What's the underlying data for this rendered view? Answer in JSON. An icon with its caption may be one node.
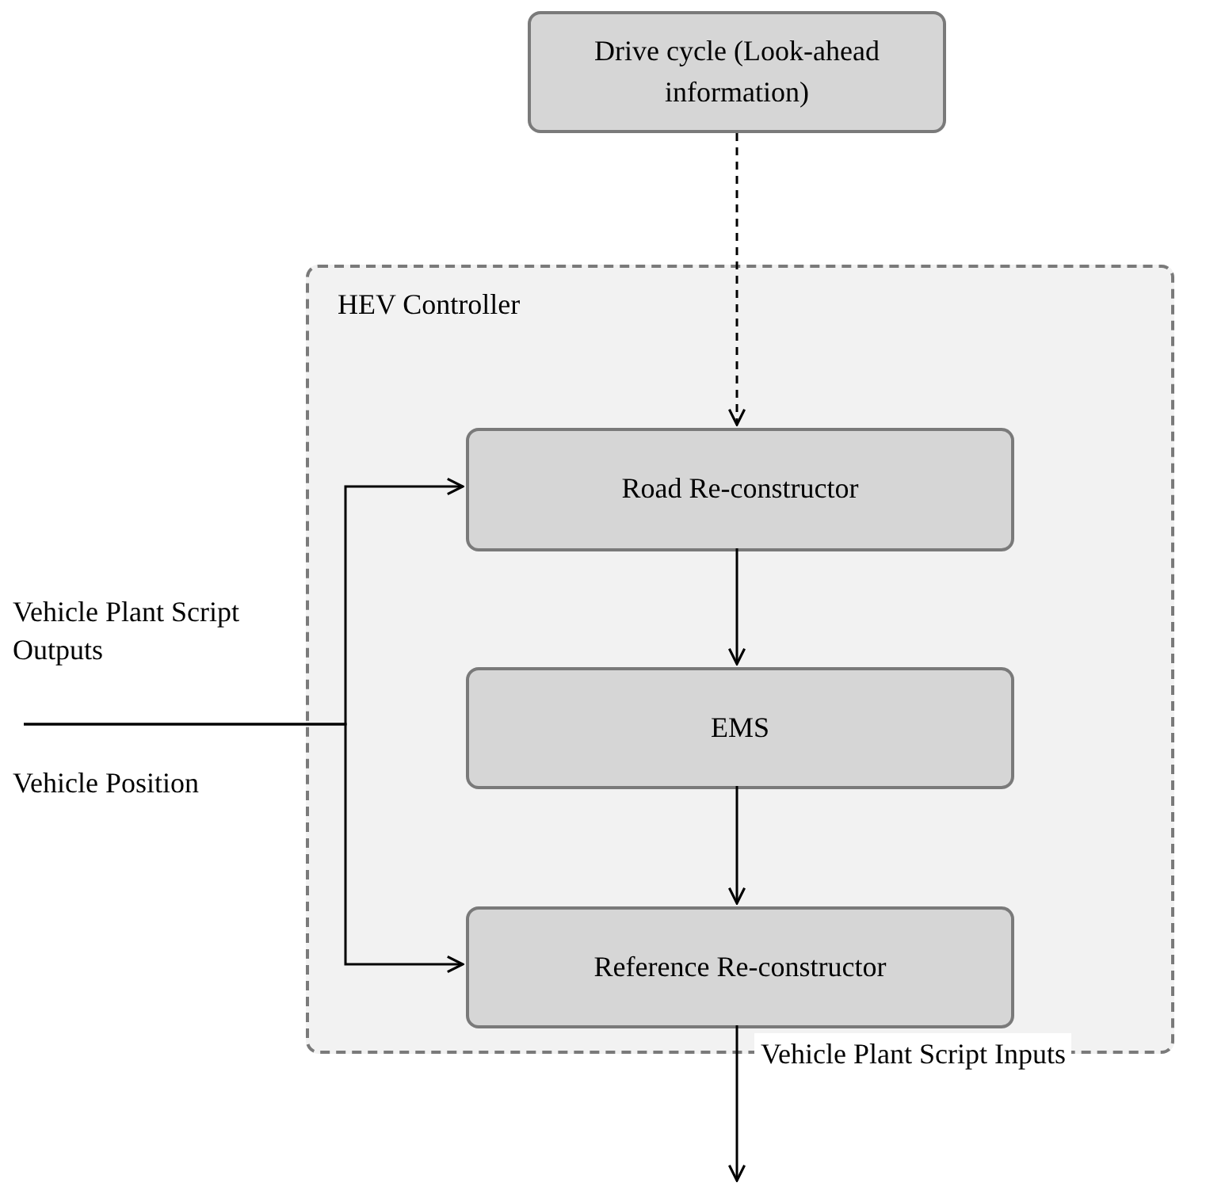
{
  "diagram": {
    "nodes": [
      {
        "text": [
          "Drive cycle (Look-ahead information)"
        ]
      },
      {
        "text": [
          "HEV Controller"
        ]
      },
      {
        "text": [
          "Road Re-constructor"
        ],
        "in": 1
      },
      {
        "text": [
          "EMS"
        ],
        "in": 1
      },
      {
        "text": [
          "Reference Re-constructor"
        ],
        "in": 1
      }
    ],
    "edges": [
      {
        "from": 0,
        "to": 2,
        "arrow": "to",
        "style": "dashed"
      },
      {
        "from": null,
        "to": 2,
        "arrow": "to"
      },
      {
        "from": null,
        "to": 4,
        "arrow": "to"
      },
      {
        "from": 2,
        "to": 3,
        "arrow": "to"
      },
      {
        "from": 3,
        "to": 4,
        "arrow": "to"
      },
      {
        "from": 4,
        "to": null,
        "arrow": "to",
        "label": "Vehicle Plant Script Inputs"
      }
    ],
    "labels": [
      "Vehicle Plant Script Outputs",
      "Vehicle Position"
    ]
  }
}
